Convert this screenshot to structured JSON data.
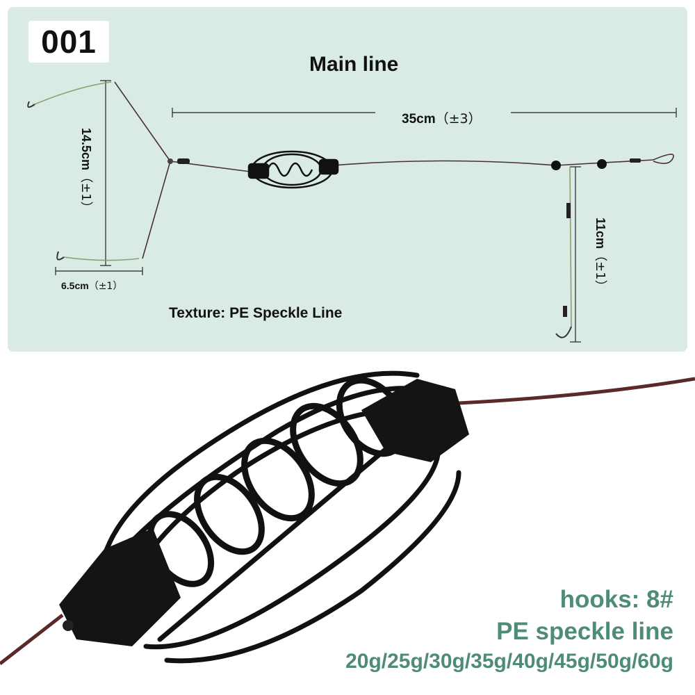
{
  "product_code": "001",
  "diagram": {
    "main_line_label": "Main line",
    "main_line_length": "35cm",
    "main_line_tolerance": "（±3）",
    "branch_length": "14.5cm",
    "branch_tolerance": "（±1）",
    "hook_spread": "6.5cm",
    "hook_spread_tolerance": "（±1）",
    "dropper_length": "11cm",
    "dropper_tolerance": "（±1）",
    "texture_label": "Texture: PE Speckle Line"
  },
  "specs": {
    "hooks": "hooks: 8#",
    "line": "PE speckle line",
    "weights": "20g/25g/30g/35g/40g/45g/50g/60g"
  },
  "colors": {
    "panel_background": "#d9ebe4",
    "spec_text": "#4e8c78",
    "line_color": "#5a2a2a"
  }
}
